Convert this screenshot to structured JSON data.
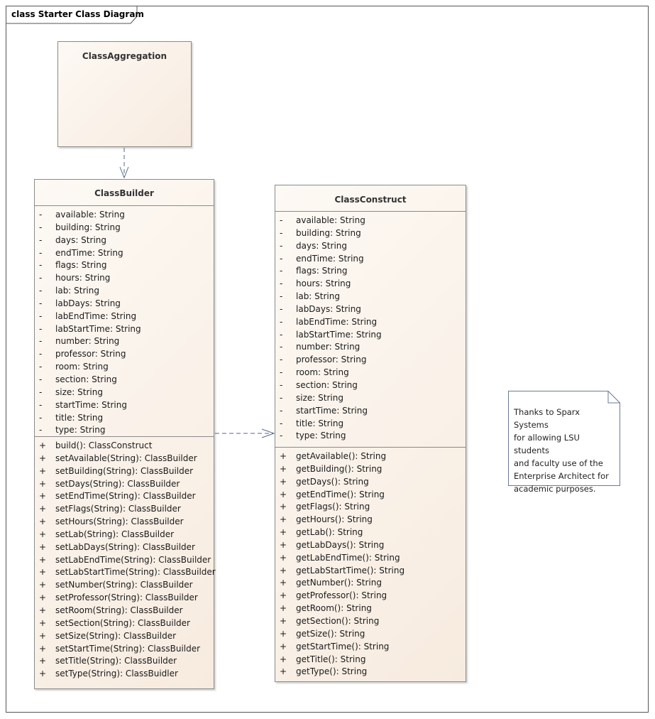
{
  "frame": {
    "label": "class Starter Class Diagram"
  },
  "classes": {
    "aggregation": {
      "name": "ClassAggregation"
    },
    "builder": {
      "name": "ClassBuilder",
      "attributes": [
        {
          "vis": "-",
          "text": "available: String"
        },
        {
          "vis": "-",
          "text": "building: String"
        },
        {
          "vis": "-",
          "text": "days: String"
        },
        {
          "vis": "-",
          "text": "endTime: String"
        },
        {
          "vis": "-",
          "text": "flags: String"
        },
        {
          "vis": "-",
          "text": "hours: String"
        },
        {
          "vis": "-",
          "text": "lab: String"
        },
        {
          "vis": "-",
          "text": "labDays: String"
        },
        {
          "vis": "-",
          "text": "labEndTime: String"
        },
        {
          "vis": "-",
          "text": "labStartTime: String"
        },
        {
          "vis": "-",
          "text": "number: String"
        },
        {
          "vis": "-",
          "text": "professor: String"
        },
        {
          "vis": "-",
          "text": "room: String"
        },
        {
          "vis": "-",
          "text": "section: String"
        },
        {
          "vis": "-",
          "text": "size: String"
        },
        {
          "vis": "-",
          "text": "startTime: String"
        },
        {
          "vis": "-",
          "text": "title: String"
        },
        {
          "vis": "-",
          "text": "type: String"
        }
      ],
      "operations": [
        {
          "vis": "+",
          "text": "build(): ClassConstruct"
        },
        {
          "vis": "+",
          "text": "setAvailable(String): ClassBuilder"
        },
        {
          "vis": "+",
          "text": "setBuilding(String): ClassBuilder"
        },
        {
          "vis": "+",
          "text": "setDays(String): ClassBuilder"
        },
        {
          "vis": "+",
          "text": "setEndTime(String): ClassBuilder"
        },
        {
          "vis": "+",
          "text": "setFlags(String): ClassBuilder"
        },
        {
          "vis": "+",
          "text": "setHours(String): ClassBuilder"
        },
        {
          "vis": "+",
          "text": "setLab(String): ClassBuilder"
        },
        {
          "vis": "+",
          "text": "setLabDays(String): ClassBuilder"
        },
        {
          "vis": "+",
          "text": "setLabEndTime(String): ClassBuilder"
        },
        {
          "vis": "+",
          "text": "setLabStartTime(String): ClassBuilder"
        },
        {
          "vis": "+",
          "text": "setNumber(String): ClassBuilder"
        },
        {
          "vis": "+",
          "text": "setProfessor(String): ClassBuilder"
        },
        {
          "vis": "+",
          "text": "setRoom(String): ClassBuilder"
        },
        {
          "vis": "+",
          "text": "setSection(String): ClassBuilder"
        },
        {
          "vis": "+",
          "text": "setSize(String): ClassBuilder"
        },
        {
          "vis": "+",
          "text": "setStartTime(String): ClassBuilder"
        },
        {
          "vis": "+",
          "text": "setTitle(String): ClassBuilder"
        },
        {
          "vis": "+",
          "text": "setType(String): ClassBuidler"
        }
      ]
    },
    "construct": {
      "name": "ClassConstruct",
      "attributes": [
        {
          "vis": "-",
          "text": "available: String"
        },
        {
          "vis": "-",
          "text": "building: String"
        },
        {
          "vis": "-",
          "text": "days: String"
        },
        {
          "vis": "-",
          "text": "endTime: String"
        },
        {
          "vis": "-",
          "text": "flags: String"
        },
        {
          "vis": "-",
          "text": "hours: String"
        },
        {
          "vis": "-",
          "text": "lab: String"
        },
        {
          "vis": "-",
          "text": "labDays: String"
        },
        {
          "vis": "-",
          "text": "labEndTime: String"
        },
        {
          "vis": "-",
          "text": "labStartTime: String"
        },
        {
          "vis": "-",
          "text": "number: String"
        },
        {
          "vis": "-",
          "text": "professor: String"
        },
        {
          "vis": "-",
          "text": "room: String"
        },
        {
          "vis": "-",
          "text": "section: String"
        },
        {
          "vis": "-",
          "text": "size: String"
        },
        {
          "vis": "-",
          "text": "startTime: String"
        },
        {
          "vis": "-",
          "text": "title: String"
        },
        {
          "vis": "-",
          "text": "type: String"
        }
      ],
      "operations": [
        {
          "vis": "+",
          "text": "getAvailable(): String"
        },
        {
          "vis": "+",
          "text": "getBuilding(): String"
        },
        {
          "vis": "+",
          "text": "getDays(): String"
        },
        {
          "vis": "+",
          "text": "getEndTime(): String"
        },
        {
          "vis": "+",
          "text": "getFlags(): String"
        },
        {
          "vis": "+",
          "text": "getHours(): String"
        },
        {
          "vis": "+",
          "text": "getLab(): String"
        },
        {
          "vis": "+",
          "text": "getLabDays(): String"
        },
        {
          "vis": "+",
          "text": "getLabEndTime(): String"
        },
        {
          "vis": "+",
          "text": "getLabStartTime(): String"
        },
        {
          "vis": "+",
          "text": "getNumber(): String"
        },
        {
          "vis": "+",
          "text": "getProfessor(): String"
        },
        {
          "vis": "+",
          "text": "getRoom(): String"
        },
        {
          "vis": "+",
          "text": "getSection(): String"
        },
        {
          "vis": "+",
          "text": "getSize(): String"
        },
        {
          "vis": "+",
          "text": "getStartTime(): String"
        },
        {
          "vis": "+",
          "text": "getTitle(): String"
        },
        {
          "vis": "+",
          "text": "getType(): String"
        }
      ]
    }
  },
  "note": {
    "text": "Thanks to Sparx Systems\nfor allowing LSU students\nand faculty use of the\nEnterprise Architect for\nacademic purposes."
  },
  "colors": {
    "class_fill_light": "#fdf9f4",
    "class_fill_dark": "#f7ebdf",
    "border": "#8a8a8a",
    "connector": "#5a6a8a"
  }
}
